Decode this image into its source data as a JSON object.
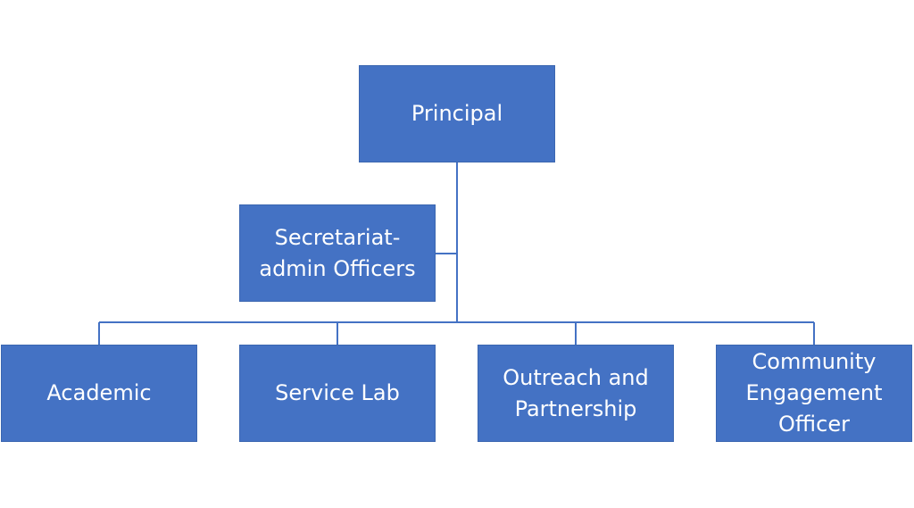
{
  "nodes": {
    "principal": "Principal",
    "secretariat": "Secretariat-\nadmin Officers",
    "academic": "Academic",
    "service_lab": "Service Lab",
    "outreach": "Outreach and\nPartnership",
    "community": "Community\nEngagement\nOfficer"
  },
  "colors": {
    "box_fill": "#4472C4",
    "connector": "#4472C4",
    "text": "#FFFFFF"
  }
}
